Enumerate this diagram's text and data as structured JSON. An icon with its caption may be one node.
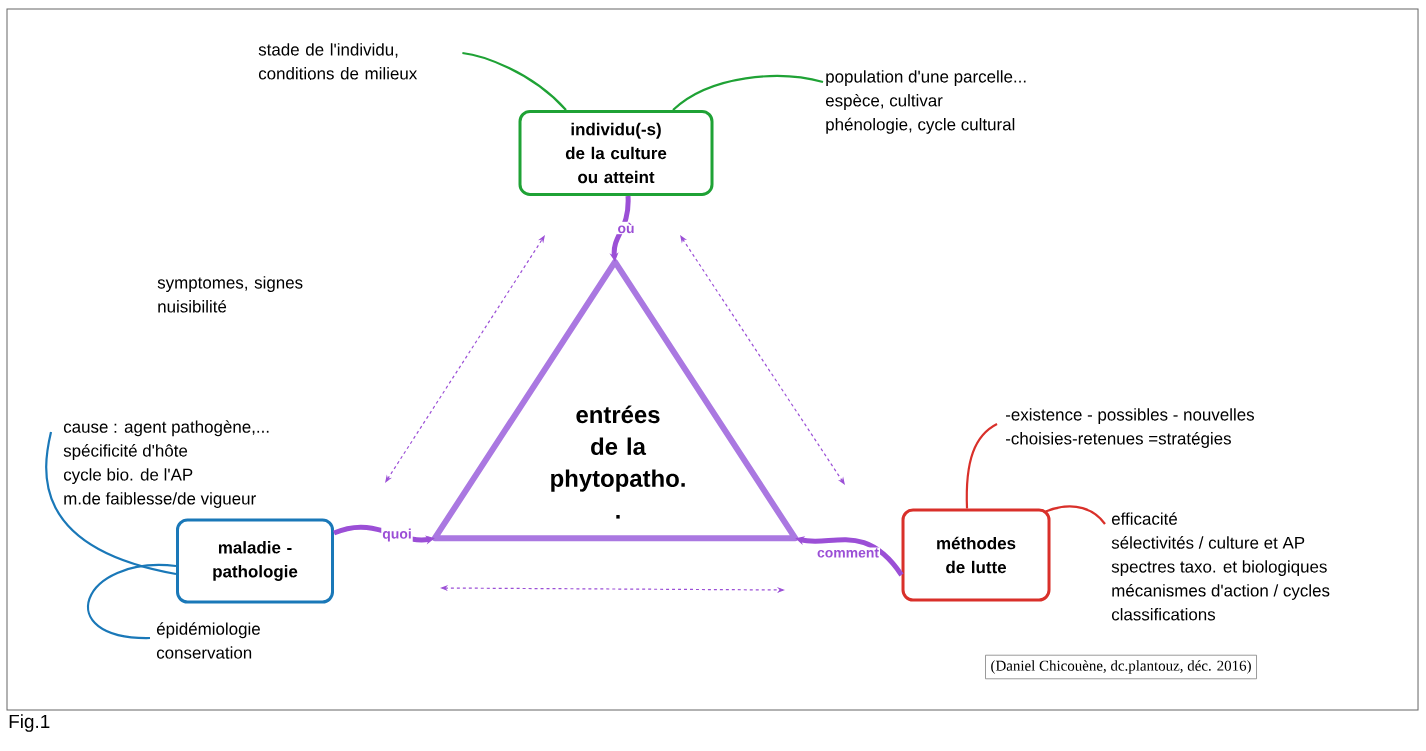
{
  "diagram": {
    "caption": "Fig.1",
    "nodes": [
      {
        "text": [
          "entrées de la phytopatho.",
          "."
        ]
      },
      {
        "text": [
          "individu(-s) de la culture ou atteint"
        ]
      },
      {
        "text": [
          "stade de l'individu, conditions de milieux"
        ]
      },
      {
        "text": [
          "population d'une parcelle...",
          "espèce, cultivar",
          "phénologie, cycle cultural"
        ]
      },
      {
        "text": [
          "maladie - pathologie"
        ]
      },
      {
        "text": [
          "cause : agent pathogène,...",
          "spécificité d'hôte",
          "cycle bio. de l'AP",
          "m.de faiblesse/de vigueur"
        ]
      },
      {
        "text": [
          "épidémiologie",
          "conservation"
        ]
      },
      {
        "text": [
          "méthodes de lutte"
        ]
      },
      {
        "text": [
          "-existence - possibles - nouvelles",
          "-choisies-retenues =stratégies"
        ]
      },
      {
        "text": [
          "efficacité",
          "sélectivités / culture et AP",
          "spectres taxo. et biologiques",
          "mécanismes d'action / cycles",
          "classifications"
        ]
      }
    ],
    "edges": [
      {
        "from": 1,
        "to": 2,
        "arrow": "none",
        "color": "#1fa235"
      },
      {
        "from": 1,
        "to": 3,
        "arrow": "none",
        "color": "#1fa235"
      },
      {
        "from": 1,
        "to": 0,
        "arrow": "to",
        "label": "où",
        "style": "thick",
        "color": "#9b4fd6"
      },
      {
        "from": 4,
        "to": 5,
        "arrow": "none",
        "color": "#1a78b8"
      },
      {
        "from": 4,
        "to": 6,
        "arrow": "none",
        "color": "#1a78b8"
      },
      {
        "from": 4,
        "to": 0,
        "arrow": "to",
        "label": "quoi",
        "style": "thick",
        "color": "#9b4fd6"
      },
      {
        "from": 7,
        "to": 8,
        "arrow": "none",
        "color": "#d9302a"
      },
      {
        "from": 7,
        "to": 9,
        "arrow": "none",
        "color": "#d9302a"
      },
      {
        "from": 7,
        "to": 0,
        "arrow": "to",
        "label": "comment",
        "style": "thick",
        "color": "#9b4fd6"
      }
    ],
    "labels": [
      "symptomes, signes nuisibilité",
      "(Daniel Chicouène, dc.plantouz, déc. 2016)"
    ]
  }
}
